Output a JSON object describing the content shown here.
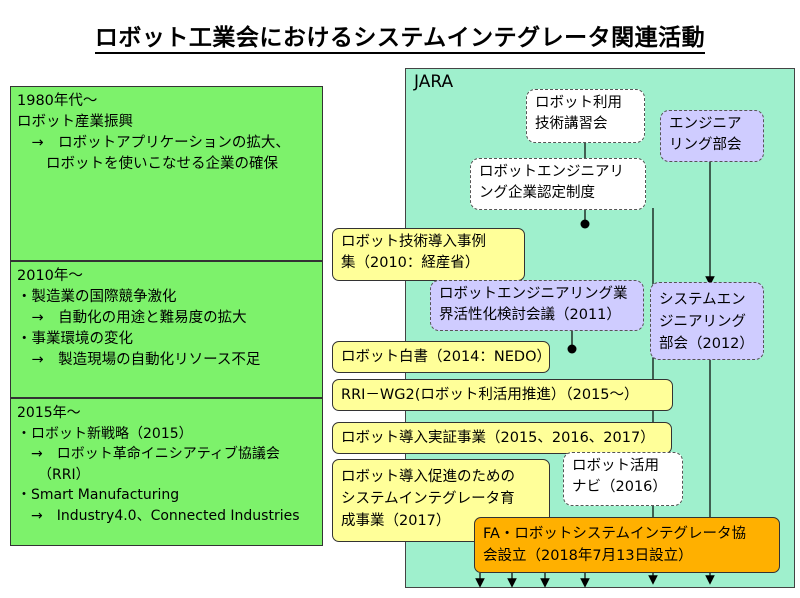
{
  "title": "ロボット工業会におけるシステムインテグレータ関連活動",
  "periods": [
    {
      "lines": [
        "1980年代～",
        "ロボット産業振興",
        "　→　ロボットアプリケーションの拡大、",
        "　　ロボットを使いこなせる企業の確保"
      ]
    },
    {
      "lines": [
        "2010年～",
        "・製造業の国際競争激化",
        "　→　自動化の用途と難易度の拡大",
        "・事業環境の変化",
        "　→　製造現場の自動化リソース不足"
      ]
    },
    {
      "lines": [
        "2015年～",
        "・ロボット新戦略（2015）",
        "　→　ロボット革命イニシアティブ協議会",
        "　　（RRI）",
        "・Smart Manufacturing",
        "　→　Industry4.0、Connected Industries"
      ]
    }
  ],
  "jara": {
    "label": "JARA",
    "nodes": {
      "training": "ロボット利用\n技術講習会",
      "engineering_wg": "エンジニア\nリング部会",
      "certification": "ロボットエンジニアリ\nング企業認定制度",
      "tech_cases": "ロボット技術導入事例\n集（2010：経産省）",
      "study_group": "ロボットエンジニアリング業\n界活性化検討会議（2011）",
      "si_wg": "システムエン\nジニアリング\n部会（2012）",
      "white_paper": "ロボット白書（2014：NEDO）",
      "rri_wg2": "RRI－WG2(ロボット利活用推進）（2015～）",
      "demo_project": "ロボット導入実証事業（2015、2016、2017）",
      "si_training": "ロボット導入促進のための\nシステムインテグレータ育\n成事業（2017）",
      "navi": "ロボット活用\nナビ（2016）",
      "association": "FA・ロボットシステムインテグレータ協\n会設立（2018年7月13日設立）"
    }
  }
}
